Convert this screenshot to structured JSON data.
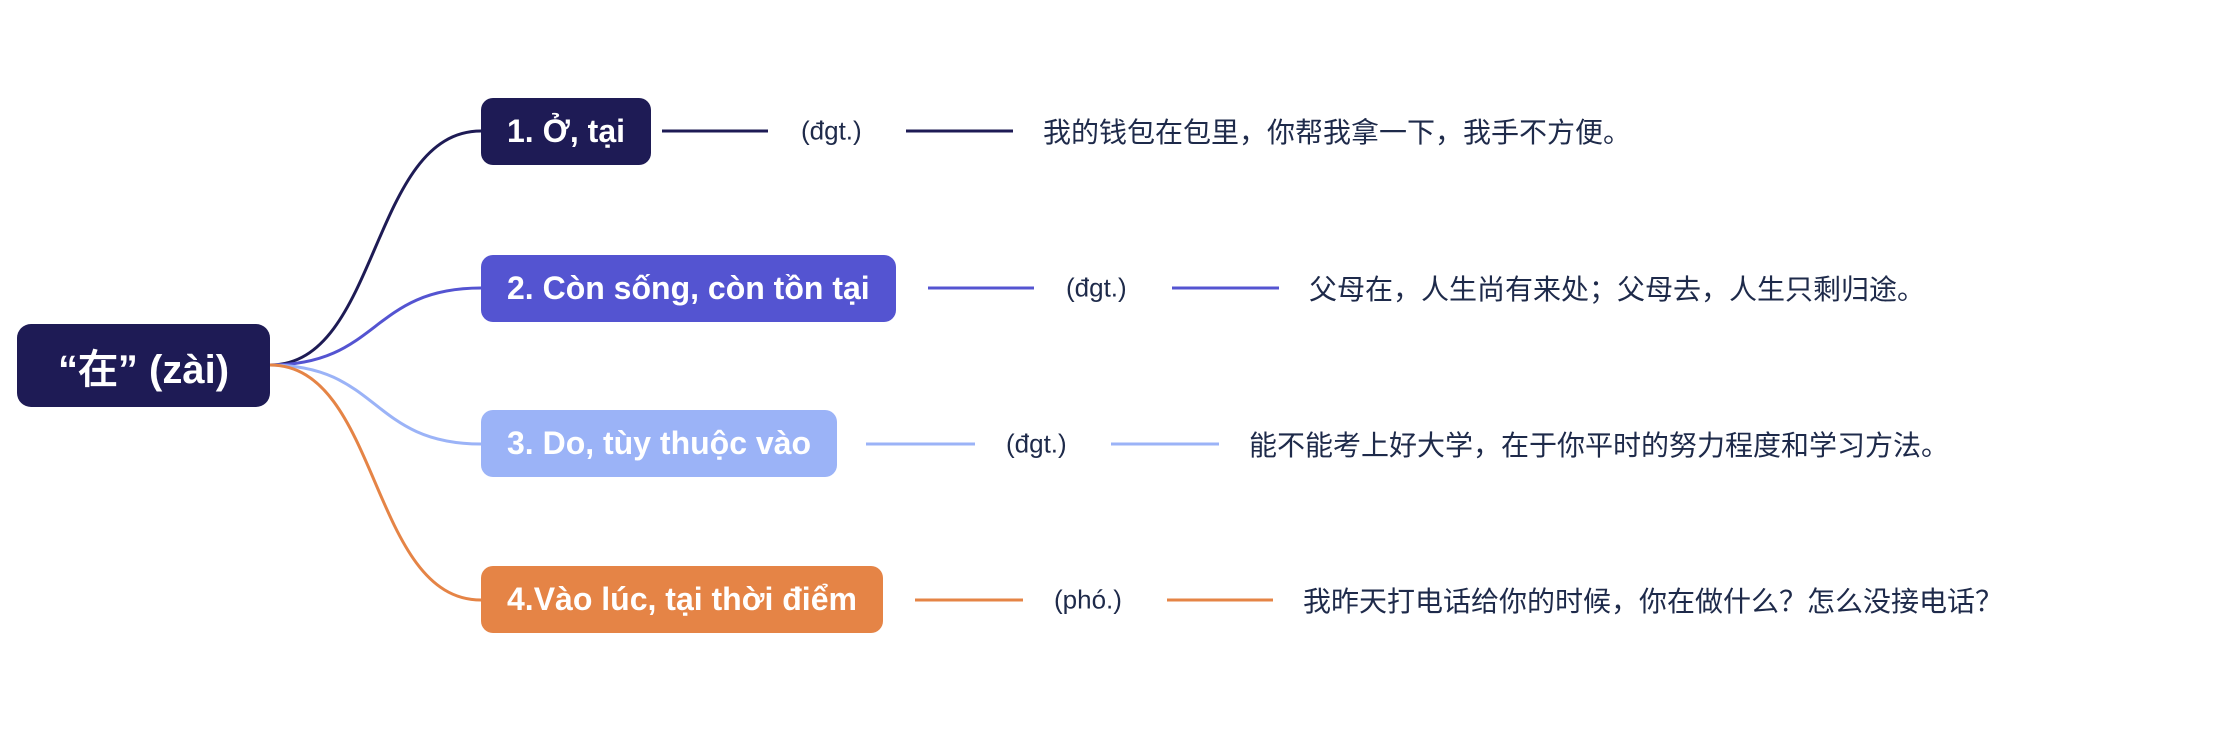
{
  "root": {
    "label": "“在” (zài)",
    "color": "#1e1b55"
  },
  "branches": [
    {
      "label": "1. Ở, tại",
      "pos": "(đgt.)",
      "example": "我的钱包在包里，你帮我拿一下，我手不方便。",
      "color": "#1e1b55"
    },
    {
      "label": "2. Còn sống, còn tồn tại",
      "pos": "(đgt.)",
      "example": "父母在，人生尚有来处；父母去，人生只剩归途。",
      "color": "#5454d1"
    },
    {
      "label": "3. Do, tùy thuộc vào",
      "pos": "(đgt.)",
      "example": "能不能考上好大学，在于你平时的努力程度和学习方法。",
      "color": "#9bb3f7"
    },
    {
      "label": "4.Vào lúc, tại thời điểm",
      "pos": "(phó.)",
      "example": "我昨天打电话给你的时候，你在做什么？怎么没接电话？",
      "color": "#e58446"
    }
  ]
}
